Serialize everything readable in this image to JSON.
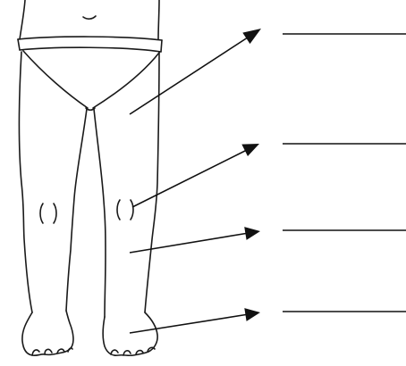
{
  "diagram": {
    "subject": "legs-anterior-view",
    "ink_color": "#1a1a1a",
    "background": "#ffffff",
    "labels": [
      {
        "id": "label-1",
        "text": ""
      },
      {
        "id": "label-2",
        "text": ""
      },
      {
        "id": "label-3",
        "text": ""
      },
      {
        "id": "label-4",
        "text": ""
      }
    ]
  }
}
